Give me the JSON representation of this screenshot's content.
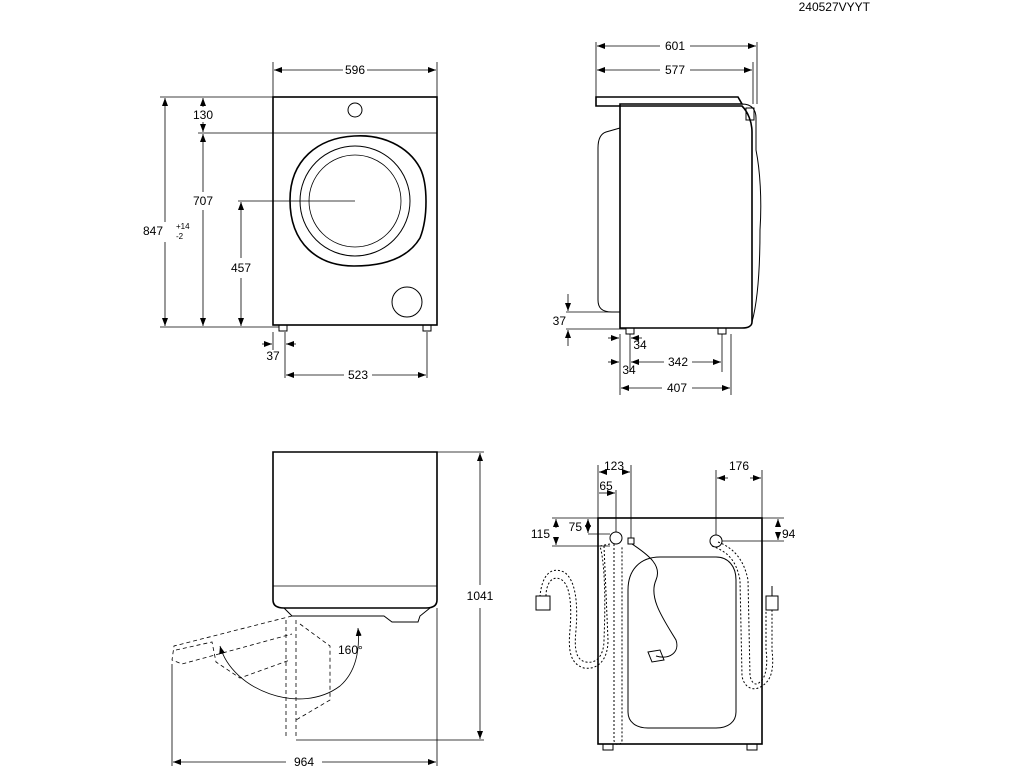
{
  "header": {
    "doc_code": "240527VYYT"
  },
  "front": {
    "width": "596",
    "top": "130",
    "door_height": "707",
    "total_height": "847",
    "tol_plus": "+14",
    "tol_minus": "-2",
    "center_height": "457",
    "foot_offset": "37",
    "foot_span": "523"
  },
  "side": {
    "depth_top": "601",
    "depth_body": "577",
    "foot_height": "37",
    "foot_front": "34",
    "foot_front2": "34",
    "foot_span": "342",
    "foot_total": "407"
  },
  "top_view": {
    "depth_open": "1041",
    "angle": "160°",
    "width_open": "964"
  },
  "rear": {
    "hose_left": "123",
    "hose_left2": "65",
    "hose_top": "115",
    "hose_top2": "75",
    "hose_right": "176",
    "hose_right_top": "94"
  }
}
